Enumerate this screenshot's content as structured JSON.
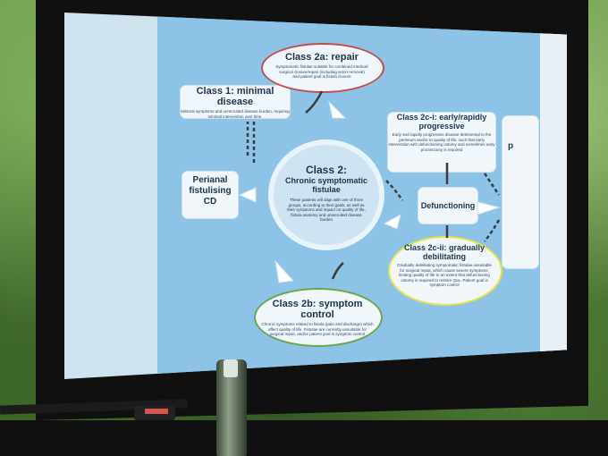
{
  "slide": {
    "class1": {
      "title": "Class 1: minimal disease",
      "body": "Minimal symptoms and unrecruited disease burden, requiring minimal intervention over time."
    },
    "class2a": {
      "title": "Class 2a: repair",
      "body": "Symptomatic fistulae suitable for combined medical/ surgical closure/repair (including seton removal) and patient goal is fistula closure"
    },
    "class2": {
      "title": "Class 2:",
      "subtitle": "Chronic symptomatic fistulae",
      "body": "These patients will align with one of three groups, according to their goals, as well as their symptoms and impact on quality of life, fistula anatomy and unrecruited disease burden"
    },
    "perianal": {
      "title": "Perianal fistulising CD"
    },
    "class2b": {
      "title": "Class 2b: symptom control",
      "body": "Chronic symptoms related to fistula (pain and discharge) which affect quality of life. Fistulae are currently unsuitable for surgical repair, and/or patient goal is symptom control"
    },
    "class2ci": {
      "title": "Class 2c-i: early/rapidly progressive",
      "body": "Early and rapidly progressive disease detrimental to the perineum and/or to quality of life, such that early intervention with defunctioning ostomy and sometimes early proctectomy is required"
    },
    "defunctioning": {
      "title": "Defunctioning"
    },
    "class2cii": {
      "title": "Class 2c-ii: gradually debilitating",
      "body": "Gradually debilitating symptomatic fistulae unsuitable for surgical repair, which cause severe symptoms, limiting quality of life to an extent that defunctioning ostomy is required to restore QoL. Patient goal is symptom control"
    },
    "partial_right": {
      "title": "p"
    }
  },
  "colors": {
    "oval_red": "#c0504d",
    "oval_green": "#6aa84f",
    "oval_yellow": "#e6e24a",
    "slide_bg": "#8ec3e8",
    "box_bg": "#f1f6fa",
    "arrow": "#3b3b3b"
  }
}
